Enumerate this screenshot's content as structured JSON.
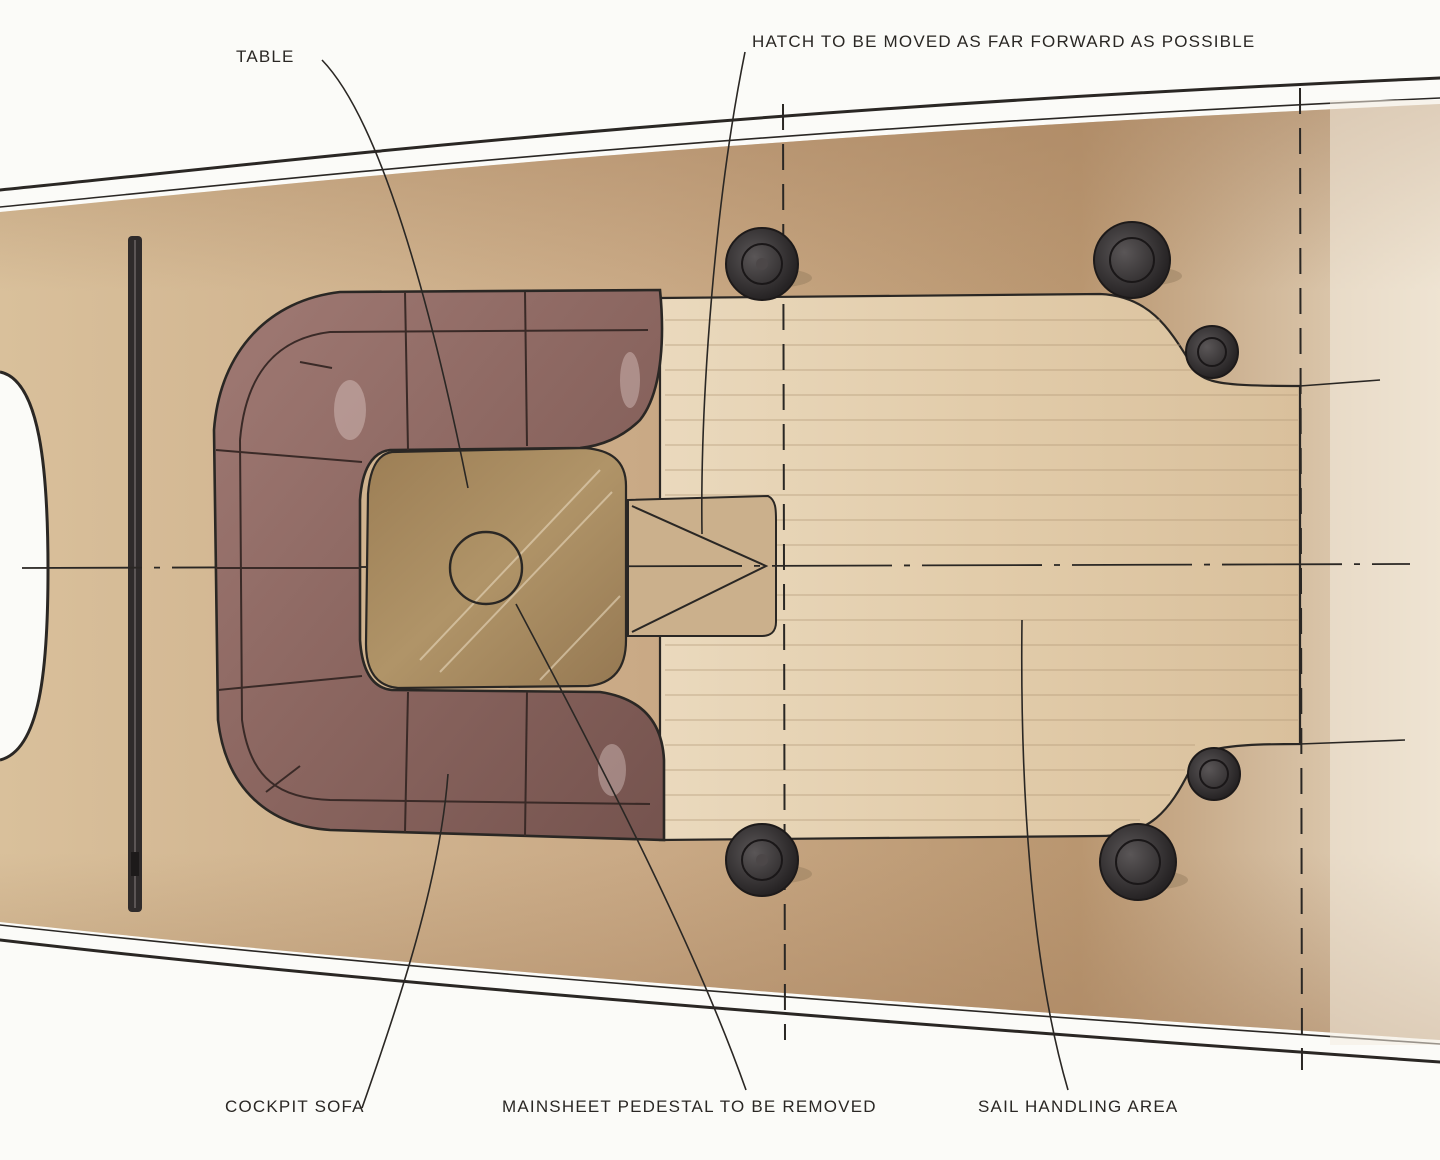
{
  "labels": {
    "table": "TABLE",
    "hatch": "HATCH TO BE MOVED AS FAR FORWARD AS POSSIBLE",
    "cockpit_sofa": "COCKPIT SOFA",
    "mainsheet": "MAINSHEET PEDESTAL TO BE REMOVED",
    "sail_area": "SAIL HANDLING AREA"
  },
  "colors": {
    "deck": "#cdb08a",
    "deck_light": "#e6d3b4",
    "sofa": "#8f6a64",
    "sofa_dark": "#6e4d48",
    "table_top": "#a98a5e",
    "winch": "#3a3637",
    "ink": "#2a2724"
  }
}
